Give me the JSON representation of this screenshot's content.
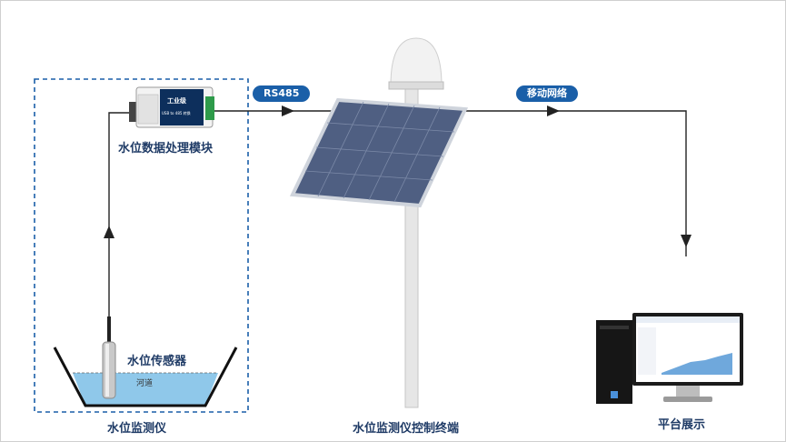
{
  "diagram": {
    "labels": {
      "module": "水位数据处理模块",
      "sensor": "水位传感器",
      "river": "河道",
      "instrument": "水位监测仪",
      "terminal": "水位监测仪控制终端",
      "platform": "平台展示"
    },
    "links": {
      "rs485": "RS485",
      "mobile": "移动网络"
    },
    "device_text": {
      "brand": "工业级",
      "model": "USB to 485 转换"
    },
    "colors": {
      "pill": "#1a5fa8",
      "dash_box": "#1a5fa8",
      "water": "#8fc8ea",
      "line": "#222222"
    }
  }
}
